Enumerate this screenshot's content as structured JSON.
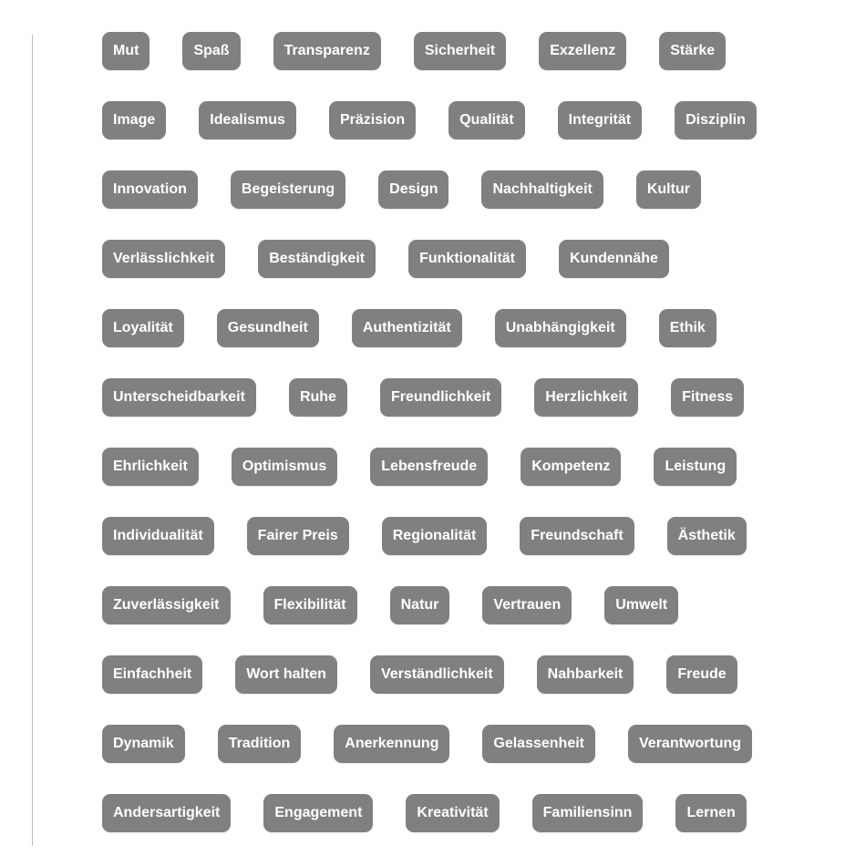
{
  "tags": {
    "rows": [
      [
        "Mut",
        "Spaß",
        "Transparenz",
        "Sicherheit",
        "Exzellenz",
        "Stärke"
      ],
      [
        "Image",
        "Idealismus",
        "Präzision",
        "Qualität",
        "Integrität",
        "Disziplin"
      ],
      [
        "Innovation",
        "Begeisterung",
        "Design",
        "Nachhaltigkeit",
        "Kultur"
      ],
      [
        "Verlässlichkeit",
        "Beständigkeit",
        "Funktionalität",
        "Kundennähe"
      ],
      [
        "Loyalität",
        "Gesundheit",
        "Authentizität",
        "Unabhängigkeit",
        "Ethik"
      ],
      [
        "Unterscheidbarkeit",
        "Ruhe",
        "Freundlichkeit",
        "Herzlichkeit",
        "Fitness"
      ],
      [
        "Ehrlichkeit",
        "Optimismus",
        "Lebensfreude",
        "Kompetenz",
        "Leistung"
      ],
      [
        "Individualität",
        "Fairer Preis",
        "Regionalität",
        "Freundschaft",
        "Ästhetik"
      ],
      [
        "Zuverlässigkeit",
        "Flexibilität",
        "Natur",
        "Vertrauen",
        "Umwelt"
      ],
      [
        "Einfachheit",
        "Wort halten",
        "Verständlichkeit",
        "Nahbarkeit",
        "Freude"
      ],
      [
        "Dynamik",
        "Tradition",
        "Anerkennung",
        "Gelassenheit",
        "Verantwortung"
      ],
      [
        "Andersartigkeit",
        "Engagement",
        "Kreativität",
        "Familiensinn",
        "Lernen"
      ]
    ]
  },
  "colors": {
    "tag_background": "#808080",
    "tag_text": "#ffffff",
    "divider": "#bdbdbd",
    "page_background": "#ffffff"
  }
}
